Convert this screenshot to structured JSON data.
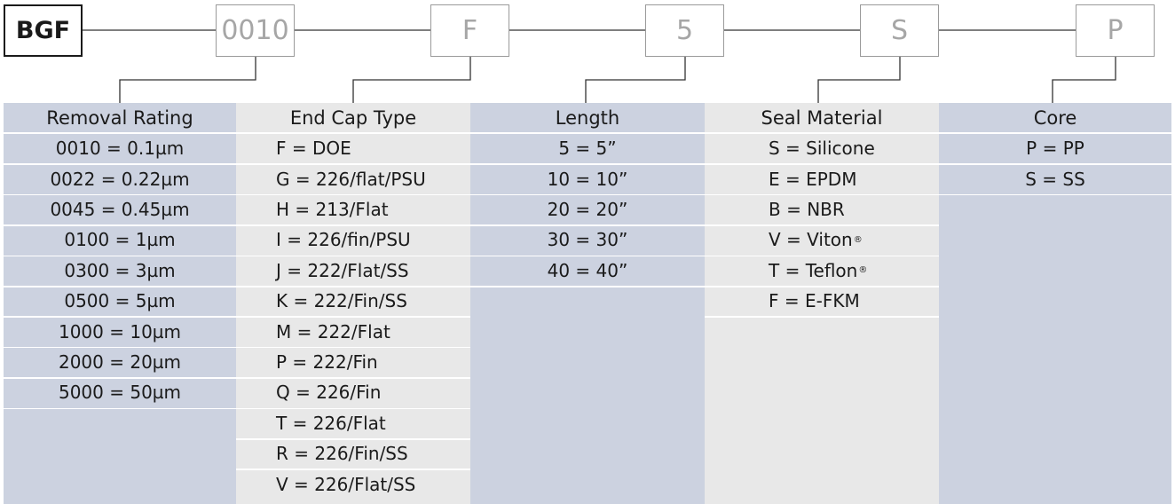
{
  "code": {
    "prefix": "BGF",
    "segments": [
      "0010",
      "F",
      "5",
      "S",
      "P"
    ]
  },
  "columns": [
    {
      "header": "Removal Rating",
      "items": [
        "0010 = 0.1µm",
        "0022 = 0.22µm",
        "0045 = 0.45µm",
        "0100 = 1µm",
        "0300 = 3µm",
        "0500 = 5µm",
        "1000 = 10µm",
        "2000 = 20µm",
        "5000 = 50µm"
      ]
    },
    {
      "header": "End Cap Type",
      "items": [
        "F = DOE",
        "G = 226/flat/PSU",
        "H = 213/Flat",
        "I = 226/fin/PSU",
        "J = 222/Flat/SS",
        "K = 222/Fin/SS",
        "M = 222/Flat",
        "P = 222/Fin",
        "Q = 226/Fin",
        "T = 226/Flat",
        "R = 226/Fin/SS",
        "V = 226/Flat/SS"
      ]
    },
    {
      "header": "Length",
      "items": [
        "5 = 5”",
        "10 = 10”",
        "20 = 20”",
        "30 = 30”",
        "40 = 40”"
      ]
    },
    {
      "header": "Seal Material",
      "items": [
        "S = Silicone",
        "E = EPDM",
        "B = NBR",
        "V = Viton",
        "T = Teflon",
        "F = E-FKM"
      ],
      "registered_mark": "®"
    },
    {
      "header": "Core",
      "items": [
        "P = PP",
        "S = SS"
      ]
    }
  ],
  "colors": {
    "blue_band": "#ccd2e0",
    "gray_band": "#e8e8e8",
    "box_border": "#9a9a9a",
    "box_text": "#a6a6a6",
    "line": "#333333"
  }
}
